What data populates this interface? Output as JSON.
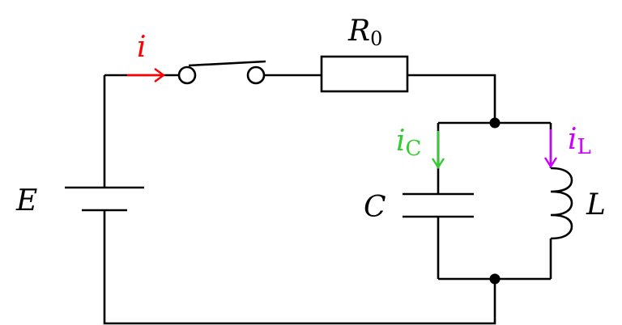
{
  "labels": {
    "current_main": "i",
    "current_c": "i",
    "current_c_sub": "C",
    "current_l": "i",
    "current_l_sub": "L",
    "resistor": "R",
    "resistor_sub": "0",
    "source": "E",
    "capacitor": "C",
    "inductor": "L"
  },
  "colors": {
    "wire": "#000000",
    "current_main": "#ff0000",
    "current_c": "#33cc33",
    "current_l": "#cc00ff"
  }
}
